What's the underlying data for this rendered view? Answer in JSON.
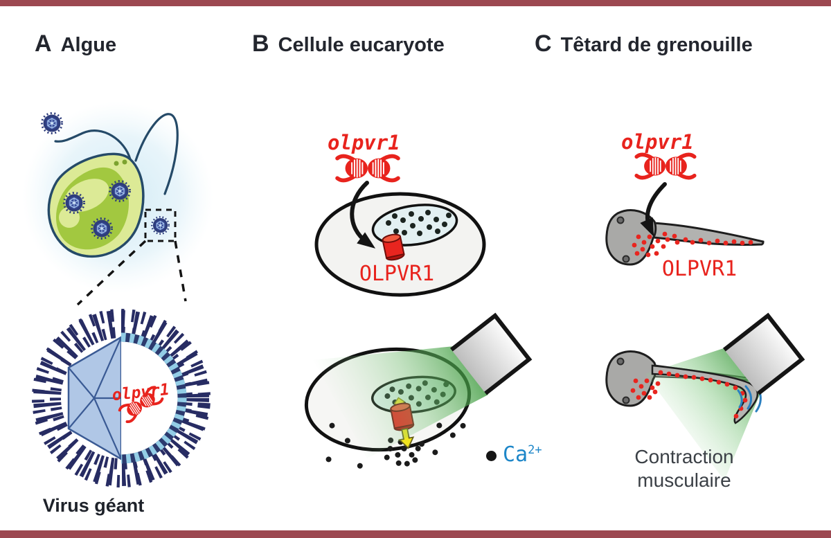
{
  "figure": {
    "bar_color": "#9c4851",
    "accent_red": "#e8231d",
    "accent_blue": "#1d86c8",
    "beam_green": "#4f9f4f"
  },
  "panel_a": {
    "letter": "A",
    "title": "Algue",
    "gene_label": "olpvr1",
    "caption": "Virus géant"
  },
  "panel_b": {
    "letter": "B",
    "title": "Cellule eucaryote",
    "gene_label": "olpvr1",
    "protein_label": "OLPVR1",
    "ion": {
      "symbol": "Ca",
      "charge": "2+"
    }
  },
  "panel_c": {
    "letter": "C",
    "title": "Têtard de grenouille",
    "gene_label": "olpvr1",
    "protein_label": "OLPVR1",
    "caption_line1": "Contraction",
    "caption_line2": "musculaire"
  }
}
